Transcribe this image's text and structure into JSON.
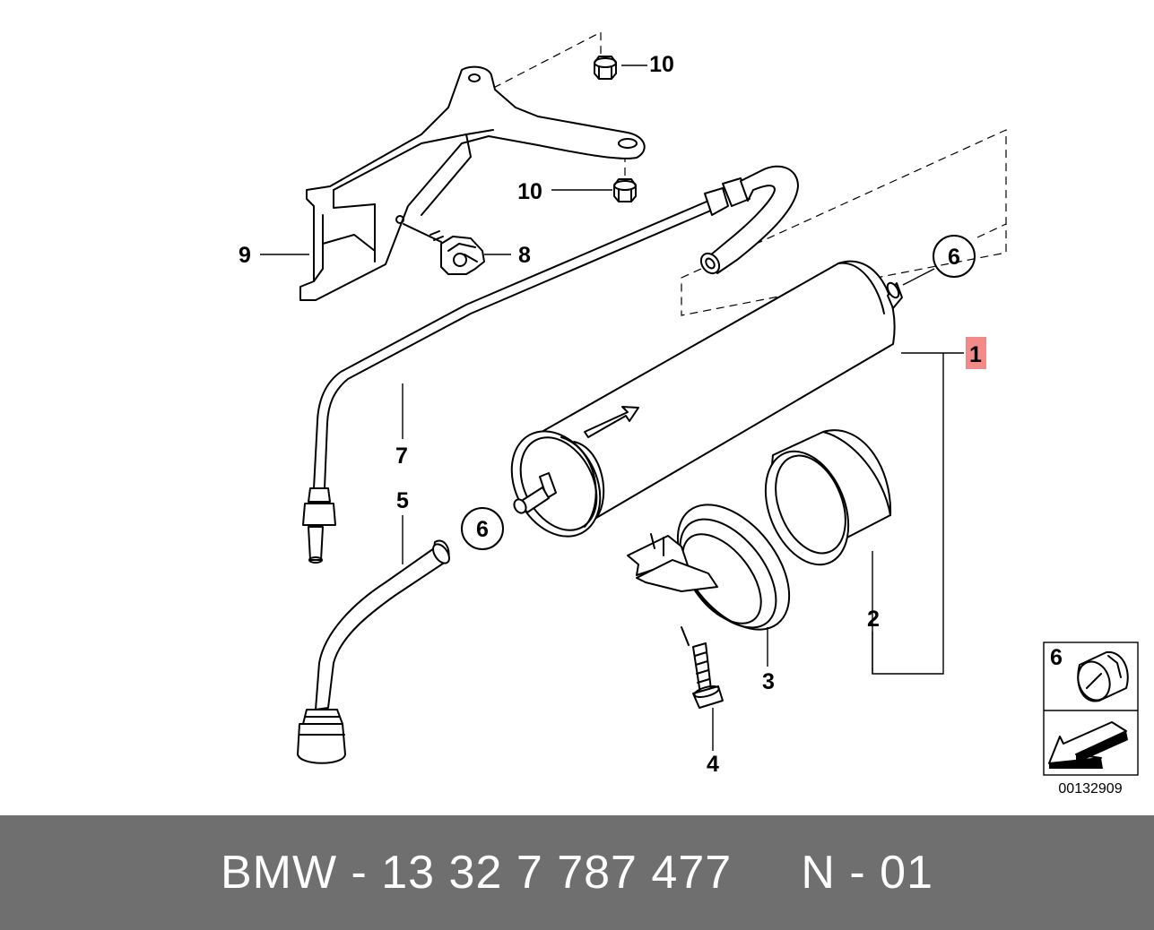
{
  "callouts": [
    {
      "id": "1",
      "text": "1",
      "highlight_color": "#f28a8a"
    },
    {
      "id": "2",
      "text": "2"
    },
    {
      "id": "3",
      "text": "3"
    },
    {
      "id": "4",
      "text": "4"
    },
    {
      "id": "5",
      "text": "5"
    },
    {
      "id": "6a",
      "text": "6"
    },
    {
      "id": "6b",
      "text": "6"
    },
    {
      "id": "7",
      "text": "7"
    },
    {
      "id": "8",
      "text": "8"
    },
    {
      "id": "9",
      "text": "9"
    },
    {
      "id": "10a",
      "text": "10"
    },
    {
      "id": "10b",
      "text": "10"
    }
  ],
  "inset": {
    "callout": "6",
    "code": "00132909"
  },
  "footer": {
    "text": "BMW - 13 32 7 787 477     N - 01",
    "background": "#6f6f6f",
    "color": "#ffffff"
  }
}
